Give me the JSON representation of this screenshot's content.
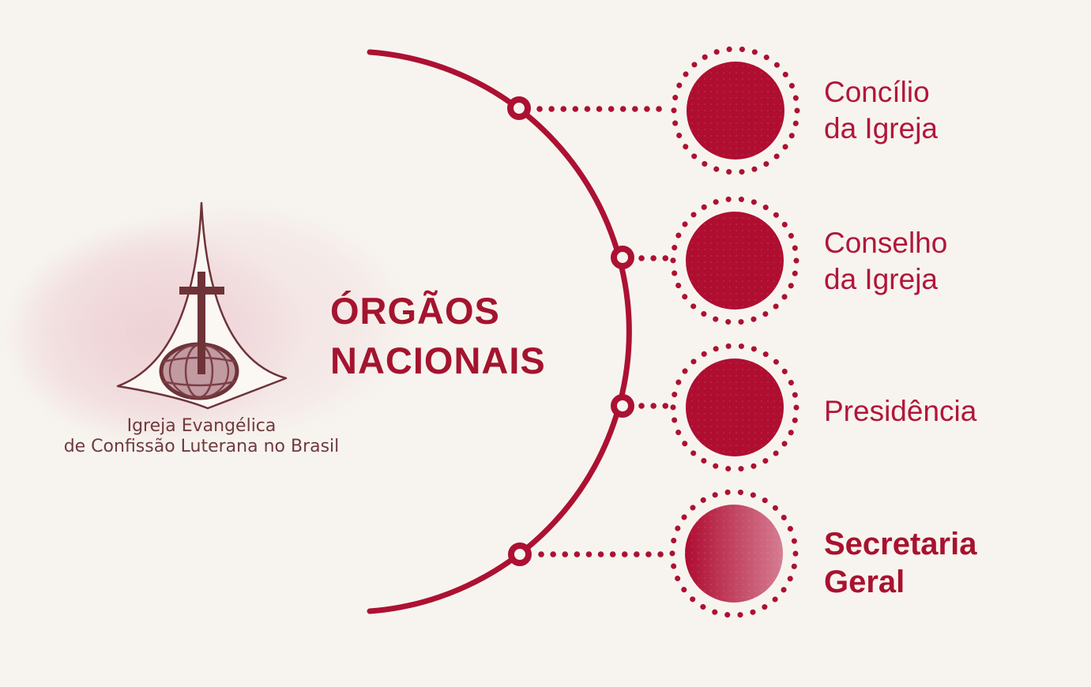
{
  "page": {
    "background_color": "#F7F4EF",
    "accent_color": "#AC1132",
    "title_color": "#A4142E",
    "label_color": "#B2163A",
    "logo_color": "#6E3338",
    "wash_color": "#F3E0E2"
  },
  "logo": {
    "caption": "Igreja Evangélica\nde Confissão Luterana no Brasil",
    "icon": "church-spire-cross-globe"
  },
  "title": {
    "text": "ÓRGÃOS\nNACIONAIS"
  },
  "diagram": {
    "type": "radial-org-diagram",
    "items": [
      {
        "label": "Concílio\nda Igreja",
        "emphasis": false,
        "circle_fill": "#AF0E31"
      },
      {
        "label": "Conselho\nda Igreja",
        "emphasis": false,
        "circle_fill": "#AF0E31"
      },
      {
        "label": "Presidência",
        "emphasis": false,
        "circle_fill": "#AF0E31"
      },
      {
        "label": "Secretaria\nGeral",
        "emphasis": true,
        "circle_fill_gradient": [
          "#AF0C31",
          "#D57D92"
        ]
      }
    ]
  }
}
